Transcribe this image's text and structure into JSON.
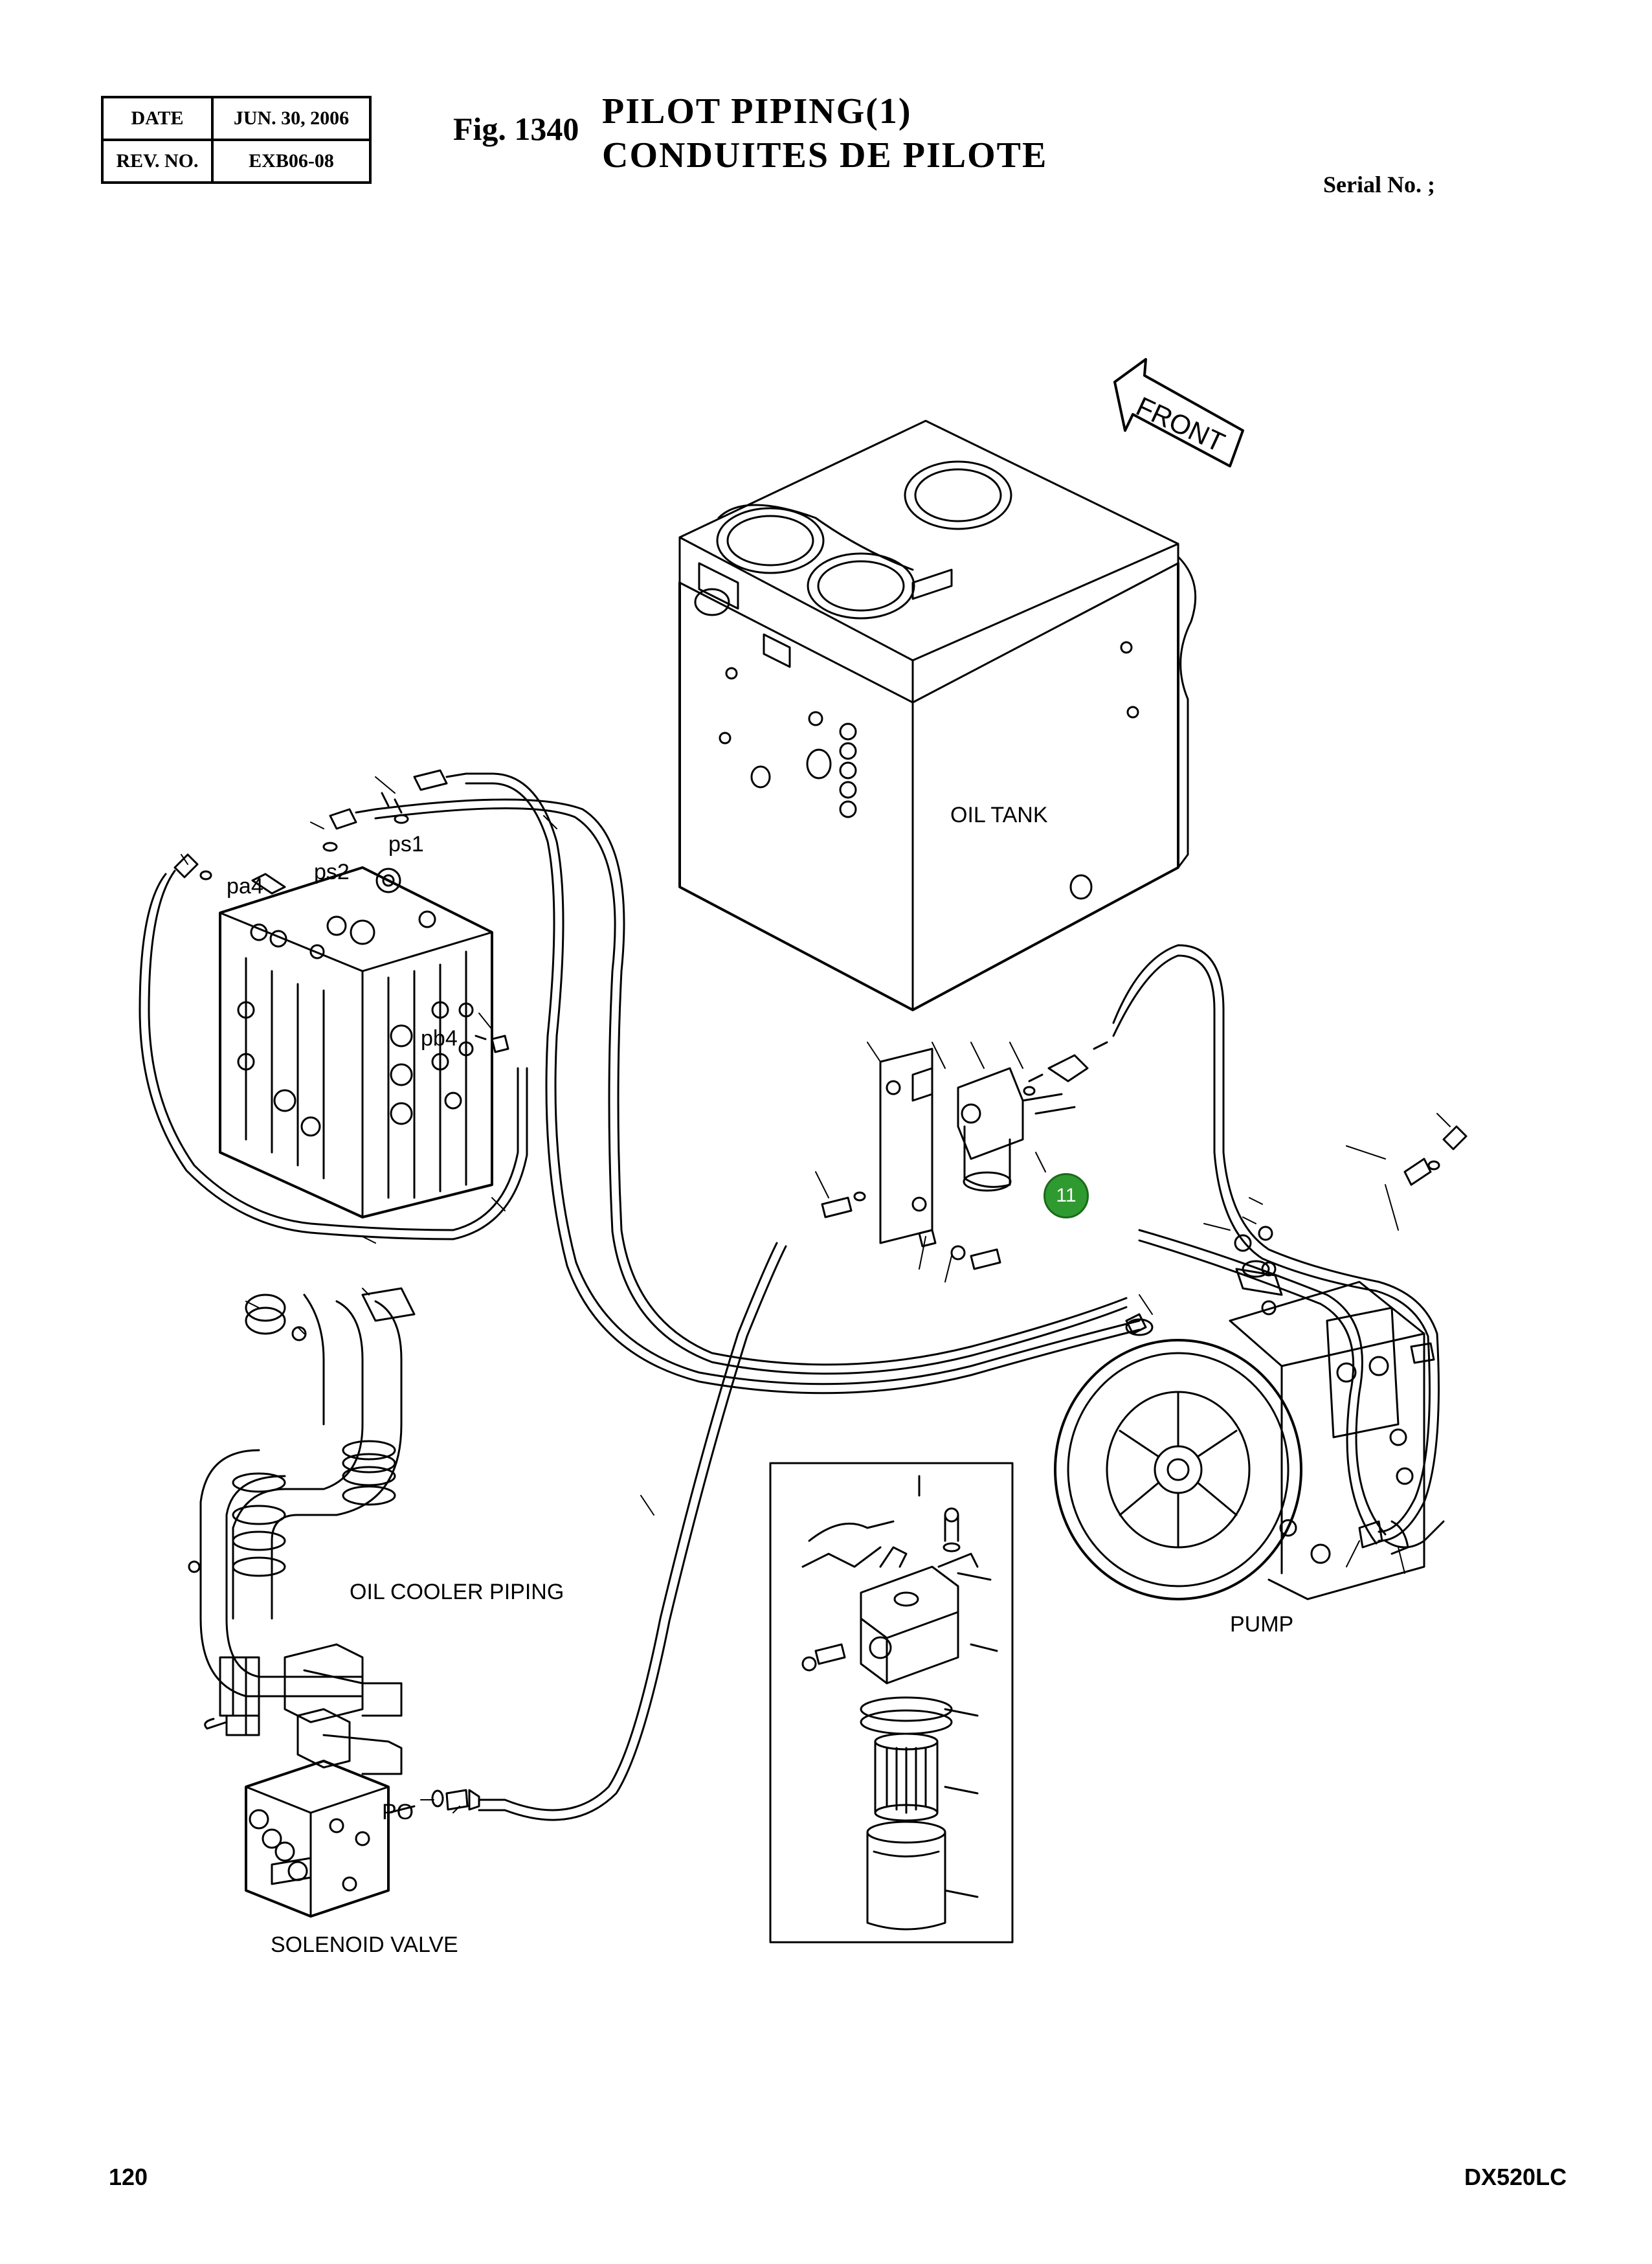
{
  "header": {
    "date_label": "DATE",
    "date_value": "JUN. 30, 2006",
    "rev_label": "REV. NO.",
    "rev_value": "EXB06-08",
    "fig_number": "Fig. 1340",
    "title_en": "PILOT PIPING(1)",
    "title_fr": "CONDUITES DE PILOTE",
    "serial": "Serial No. ;"
  },
  "labels": {
    "front": "FRONT",
    "oil_tank": "OIL TANK",
    "ps1": "ps1",
    "ps2": "ps2",
    "pa4": "pa4",
    "pb4": "pb4",
    "oil_cooler_piping": "OIL COOLER PIPING",
    "pump": "PUMP",
    "po": "PO",
    "solenoid_valve": "SOLENOID VALVE"
  },
  "callout": "11",
  "footer": {
    "page_number": "120",
    "model": "DX520LC"
  },
  "colors": {
    "ink": "#000000",
    "callout_fill": "#2f9a2f"
  }
}
